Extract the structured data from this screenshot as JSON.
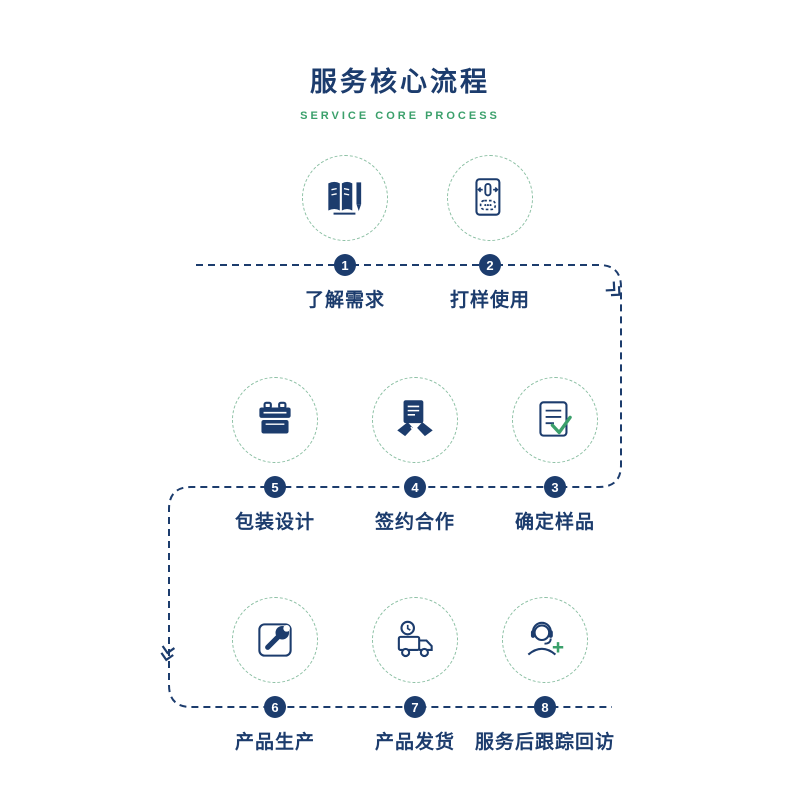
{
  "header": {
    "title": "服务核心流程",
    "subtitle": "SERVICE CORE PROCESS"
  },
  "colors": {
    "navy": "#1c3c6d",
    "green": "#3ba06b",
    "circle_border": "#8cc0a4"
  },
  "steps": [
    {
      "num": "1",
      "label": "了解需求",
      "icon": "notebook-pen-icon"
    },
    {
      "num": "2",
      "label": "打样使用",
      "icon": "sample-test-icon"
    },
    {
      "num": "3",
      "label": "确定样品",
      "icon": "document-check-icon"
    },
    {
      "num": "4",
      "label": "签约合作",
      "icon": "contract-handshake-icon"
    },
    {
      "num": "5",
      "label": "包装设计",
      "icon": "package-box-icon"
    },
    {
      "num": "6",
      "label": "产品生产",
      "icon": "production-tools-icon"
    },
    {
      "num": "7",
      "label": "产品发货",
      "icon": "delivery-truck-icon"
    },
    {
      "num": "8",
      "label": "服务后跟踪回访",
      "icon": "customer-service-headset-icon"
    }
  ]
}
